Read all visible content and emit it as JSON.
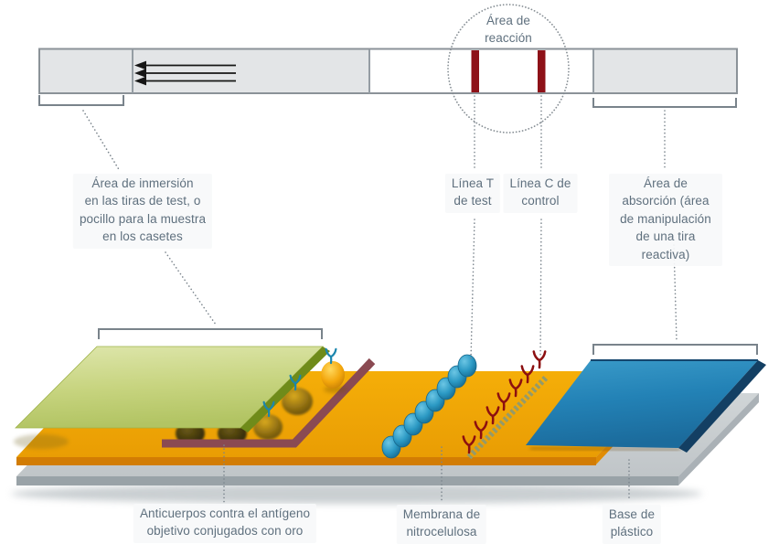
{
  "labels": {
    "reaction_area": "Área de\nreacción",
    "immersion_area": "Área de inmersión\nen las tiras de test, o\npocillo para la muestra\nen los casetes",
    "test_line": "Línea T\nde test",
    "control_line": "Línea C de\ncontrol",
    "absorption_area": "Área de\nabsorción (área\nde manipulación\nde una tira reactiva)",
    "conjugate_antibodies": "Anticuerpos contra el antígeno\nobjetivo conjugados con oro",
    "membrane": "Membrana de\nnitrocelulosa",
    "plastic_base": "Base de\nplástico"
  },
  "strip": {
    "flow_direction": "left",
    "test_line_color": "#8e1118",
    "control_line_color": "#8e1118"
  },
  "colors": {
    "label_text": "#5f707e",
    "dotted_line_gray": "#7b858d",
    "membrane_orange": "#efa306",
    "sample_pad_green": "#c9d67f",
    "absorbent_pad_blue": "#2583b8",
    "plastic_base_gray": "#c9ced1",
    "conjugate_pad_maroon": "#8a4a52",
    "gold_nanoparticle": "#efa008",
    "detection_antibody_teal": "#1b86ae",
    "capture_antibody_red": "#8c0f10"
  }
}
